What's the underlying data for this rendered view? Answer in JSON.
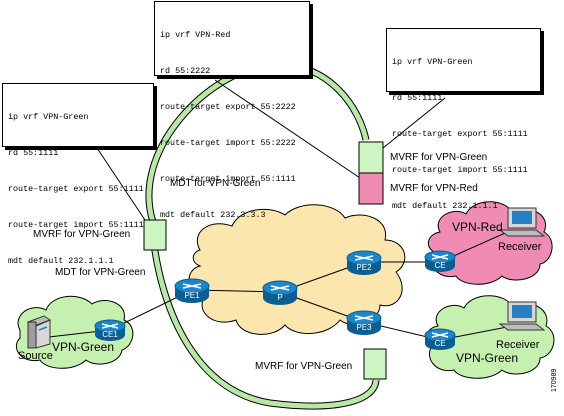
{
  "colors": {
    "cloud_yellow": "#fbe6ad",
    "cloud_green": "#c6f0b0",
    "cloud_red": "#f08cb4",
    "mvrf_green": "#cdf5c1",
    "mvrf_red": "#f28bb1",
    "mdt_tunnel": "#b9e7a8",
    "router_blue": "#1c87c8"
  },
  "configs": {
    "left": {
      "lines": [
        "ip vrf VPN-Green",
        "rd 55:1111",
        "route-target export 55:1111",
        "route-target import 55:1111",
        "mdt default 232.1.1.1"
      ]
    },
    "top": {
      "lines": [
        "ip vrf VPN-Red",
        "rd 55:2222",
        "route-target export 55:2222",
        "route-target import 55:2222",
        "route-target import 55:1111",
        "mdt default 232.3.3.3"
      ]
    },
    "right": {
      "lines": [
        "ip vrf VPN-Green",
        "rd 55:1111",
        "route-target export 55:1111",
        "route-target import 55:1111",
        "mdt default 232.1.1.1"
      ]
    }
  },
  "labels": {
    "mvrf_pe2_green": "MVRF for VPN-Green",
    "mvrf_pe2_red": "MVRF for VPN-Red",
    "mdt_upper": "MDT for VPN-Green",
    "mvrf_pe1": "MVRF for VPN-Green",
    "mdt_lower": "MDT for VPN-Green",
    "mvrf_pe3": "MVRF for VPN-Green",
    "figure_id": "170989"
  },
  "routers": {
    "pe1": "PE1",
    "p": "P",
    "pe2": "PE2",
    "pe3": "PE3",
    "ce1": "CE1",
    "ce_red": "CE",
    "ce_green": "CE"
  },
  "sites": {
    "source_cloud": "VPN-Green",
    "source_host": "Source",
    "red_cloud": "VPN-Red",
    "red_receiver": "Receiver",
    "green_cloud": "VPN-Green",
    "green_receiver": "Receiver"
  }
}
